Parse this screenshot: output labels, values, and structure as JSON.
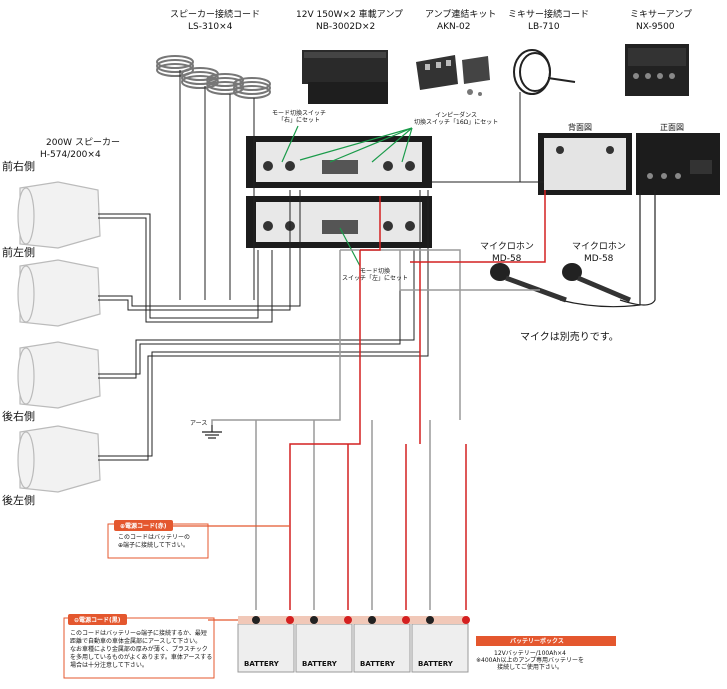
{
  "components": {
    "speaker_cord": {
      "title": "スピーカー接続コード",
      "model": "LS-310×4"
    },
    "amp": {
      "title": "12V 150W×2 車載アンプ",
      "model": "NB-3002D×2"
    },
    "link_kit": {
      "title": "アンプ連結キット",
      "model": "AKN-02"
    },
    "mixer_cord": {
      "title": "ミキサー接続コード",
      "model": "LB-710"
    },
    "mixer_amp": {
      "title": "ミキサーアンプ",
      "model": "NX-9500"
    },
    "speaker": {
      "title": "200W スピーカー",
      "model": "H-574/200×4"
    },
    "mic1": {
      "title": "マイクロホン",
      "model": "MD-58"
    },
    "mic2": {
      "title": "マイクロホン",
      "model": "MD-58"
    }
  },
  "positions": {
    "front_right": "前右側",
    "front_left": "前左側",
    "rear_right": "後右側",
    "rear_left": "後左側"
  },
  "views": {
    "back": "背面図",
    "front": "正面図"
  },
  "callouts": {
    "mode_right": "モード切換スイッチ\n「右」にセット",
    "impedance": "インピーダンス\n切換スイッチ「16Ω」にセット",
    "mode_left": "モード切換\nスイッチ「左」にセット"
  },
  "mic_note": "マイクは別売りです。",
  "earth": "アース",
  "positive_cord": {
    "title": "⊕電源コード(赤)",
    "body": "このコードはバッテリーの\n⊕端子に接続して下さい。"
  },
  "negative_cord": {
    "title": "⊖電源コード(黒)",
    "body": "このコードはバッテリー⊖端子に接続するか、最短\n距離で自動車の車体金属部にアースして下さい。\nなお車種により金属部の厚みが薄く、プラスチック\nを多用しているものがよくあります。車体アースする\n場合は十分注意して下さい。"
  },
  "battery_box": {
    "title": "バッテリーボックス",
    "body": "12Vバッテリー/100Ah×4\n※400Ah以上のアンプ専用バッテリーを\n接続してご使用下さい。"
  },
  "battery_labels": [
    "BATTERY",
    "BATTERY",
    "BATTERY",
    "BATTERY"
  ],
  "colors": {
    "orange": "#e4572e",
    "red": "#d42020",
    "wire": "#222222",
    "gray": "#9a9a9a"
  }
}
